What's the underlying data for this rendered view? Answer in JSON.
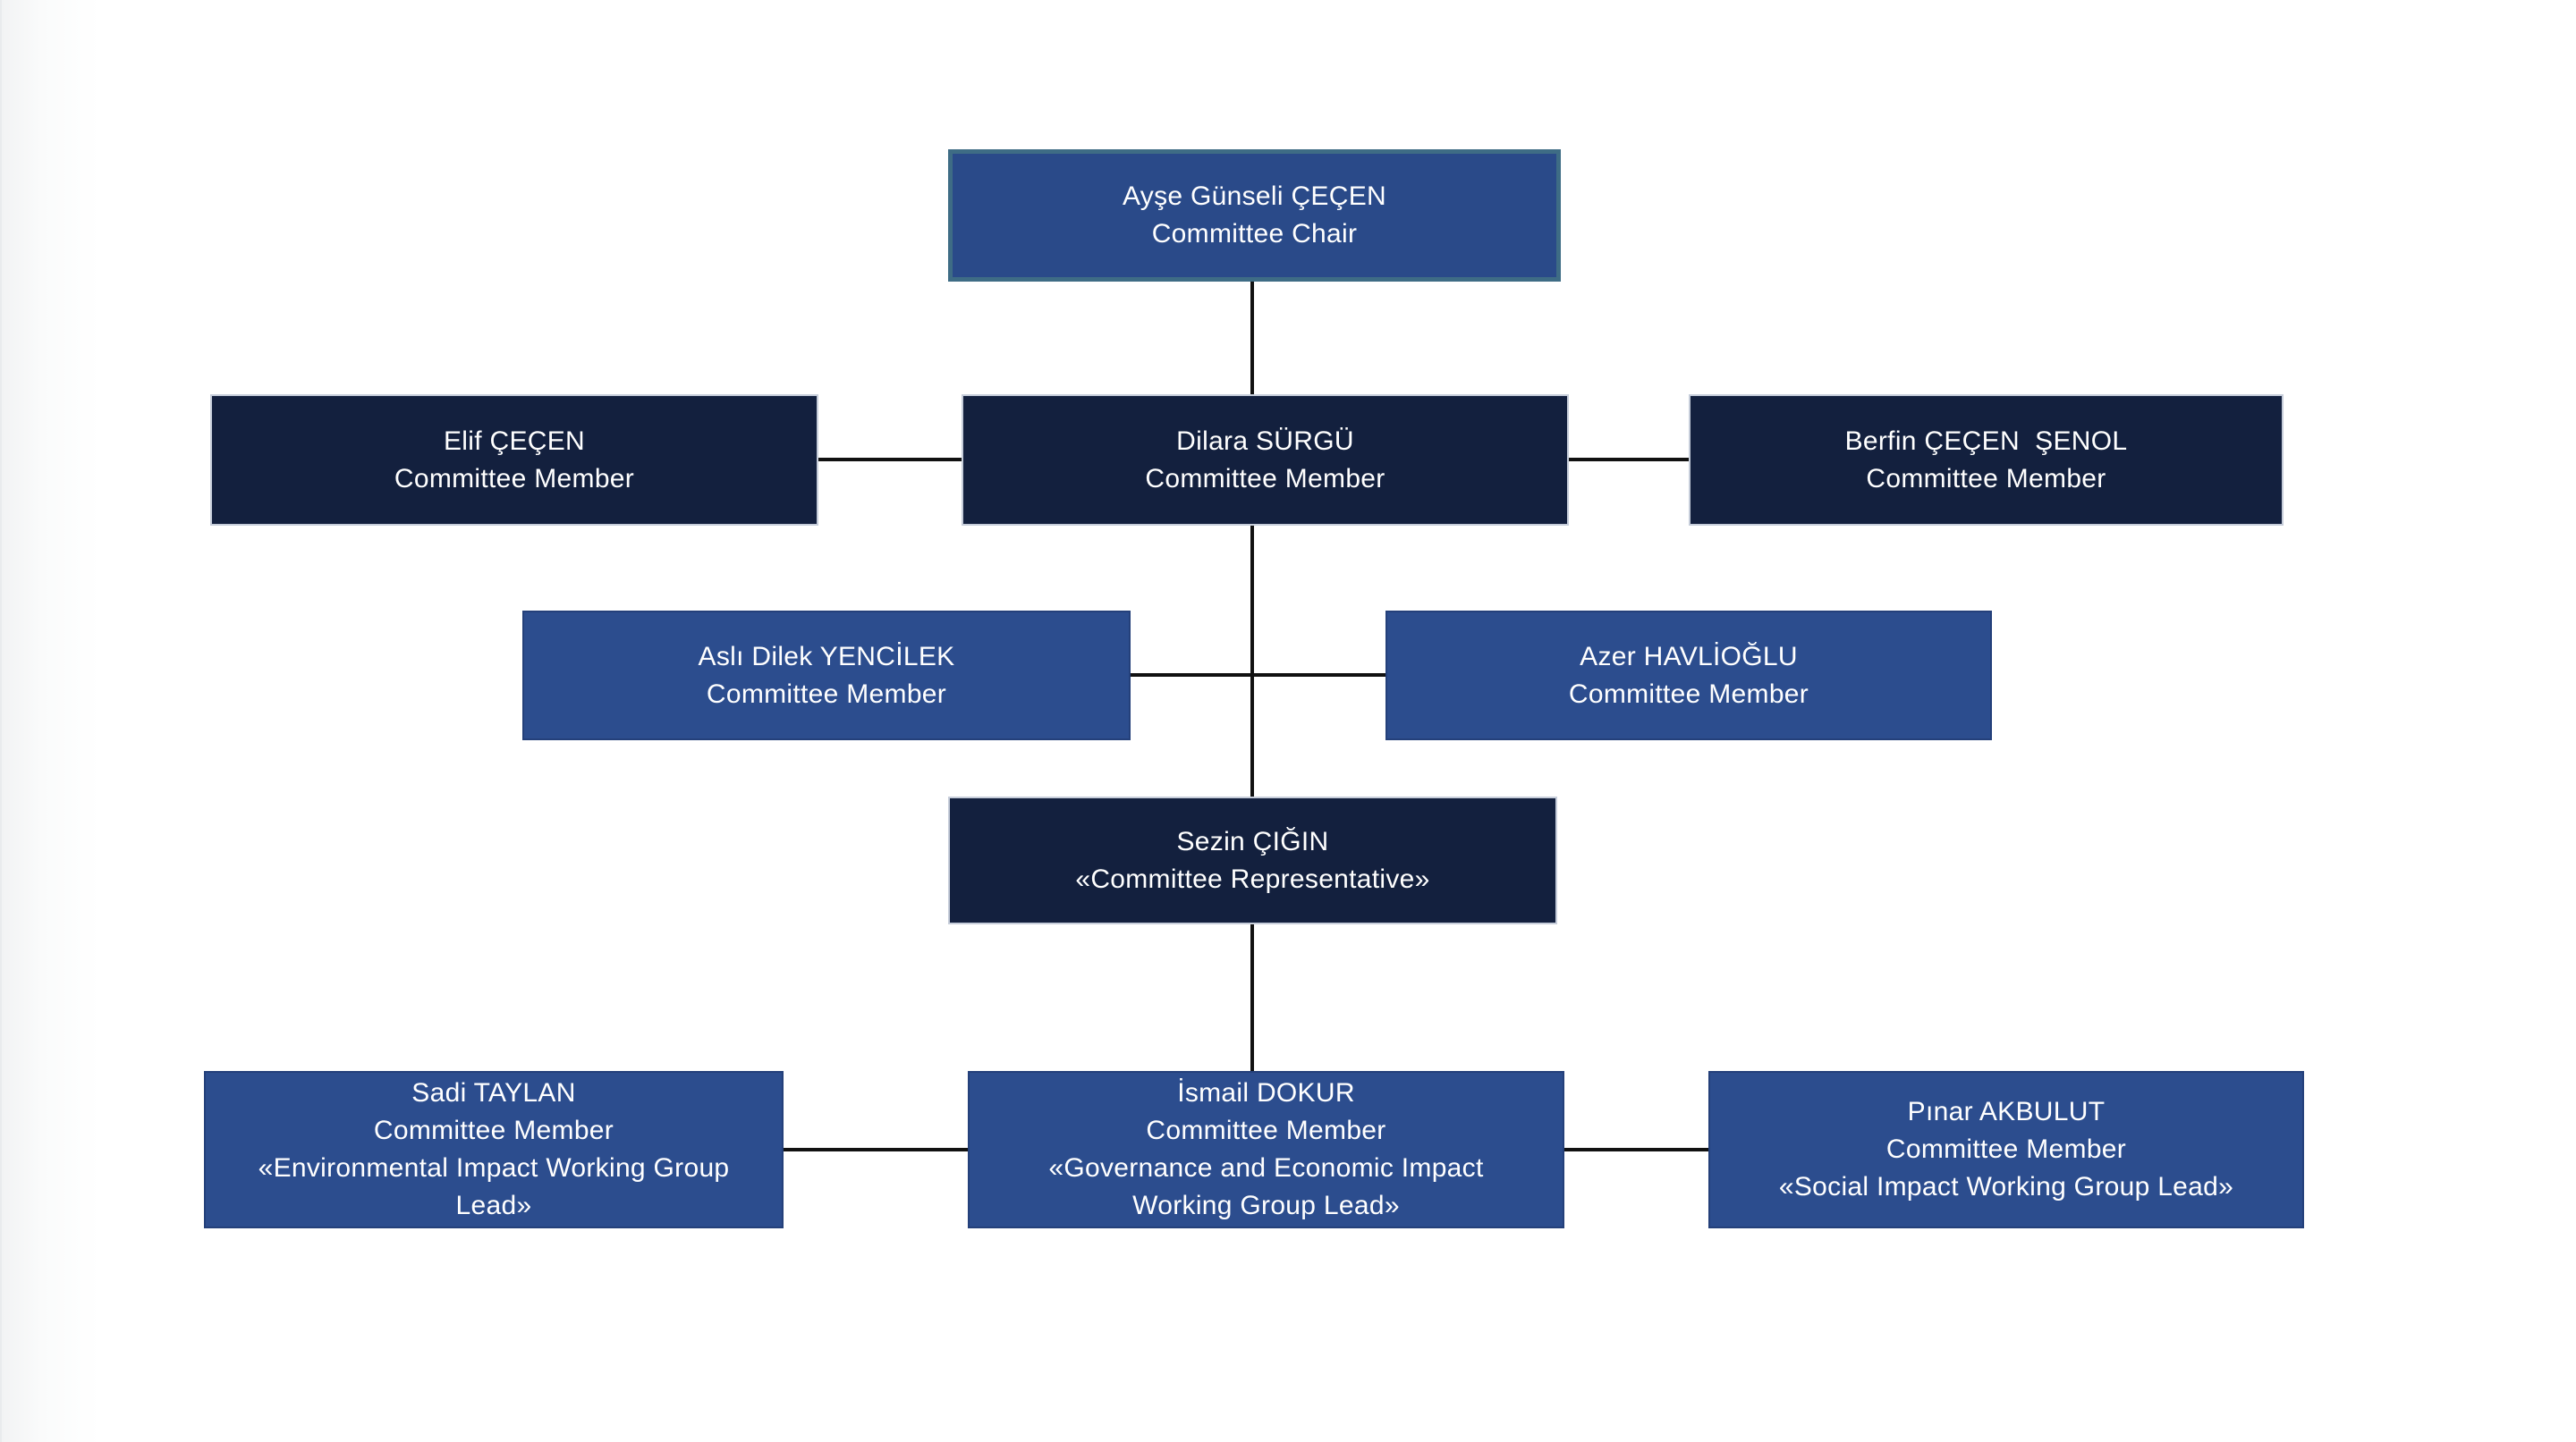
{
  "page": {
    "background_color": "#ffffff",
    "title": "Committee Organization Chart"
  },
  "colors": {
    "medium_blue_fill": "#2c4d8e",
    "chair_fill": "#2a4a89",
    "chair_border": "#3e6c85",
    "dark_navy_fill": "#13203e",
    "dark_box_border": "#c6cdda",
    "connector_line": "#111111",
    "text": "#ffffff"
  },
  "org_chart": {
    "type": "org-tree",
    "nodes": [
      {
        "id": "chair",
        "name": "Ayşe Günseli ÇEÇEN",
        "role": "Committee Chair",
        "subtitle": "",
        "variant": "chair",
        "level": 1
      },
      {
        "id": "elif",
        "name": "Elif ÇEÇEN",
        "role": "Committee Member",
        "subtitle": "",
        "variant": "dark",
        "level": 2
      },
      {
        "id": "dilara",
        "name": "Dilara SÜRGÜ",
        "role": "Committee Member",
        "subtitle": "",
        "variant": "dark",
        "level": 2
      },
      {
        "id": "berfin",
        "name": "Berfin ÇEÇEN  ŞENOL",
        "role": "Committee Member",
        "subtitle": "",
        "variant": "dark",
        "level": 2
      },
      {
        "id": "asli",
        "name": "Aslı Dilek YENCİLEK",
        "role": "Committee Member",
        "subtitle": "",
        "variant": "medium",
        "level": 3
      },
      {
        "id": "azer",
        "name": "Azer HAVLİOĞLU",
        "role": "Committee Member",
        "subtitle": "",
        "variant": "medium",
        "level": 3
      },
      {
        "id": "sezin",
        "name": "Sezin ÇIĞIN",
        "role": "«Committee Representative»",
        "subtitle": "",
        "variant": "dark",
        "level": 4
      },
      {
        "id": "sadi",
        "name": "Sadi TAYLAN",
        "role": "Committee Member",
        "subtitle": "«Environmental Impact Working Group Lead»",
        "variant": "medium",
        "level": 5
      },
      {
        "id": "ismail",
        "name": "İsmail DOKUR",
        "role": "Committee Member",
        "subtitle": "«Governance and Economic Impact Working Group Lead»",
        "variant": "medium",
        "level": 5
      },
      {
        "id": "pinar",
        "name": "Pınar AKBULUT",
        "role": "Committee Member",
        "subtitle": "«Social Impact Working Group Lead»",
        "variant": "medium",
        "level": 5
      }
    ],
    "edges": [
      {
        "from": "chair",
        "to": "dilara"
      },
      {
        "from": "elif",
        "to": "dilara"
      },
      {
        "from": "dilara",
        "to": "berfin"
      },
      {
        "from": "dilara",
        "to": "sezin"
      },
      {
        "from": "asli",
        "to": "azer"
      },
      {
        "from": "sezin",
        "to": "ismail"
      },
      {
        "from": "sadi",
        "to": "ismail"
      },
      {
        "from": "ismail",
        "to": "pinar"
      }
    ]
  }
}
